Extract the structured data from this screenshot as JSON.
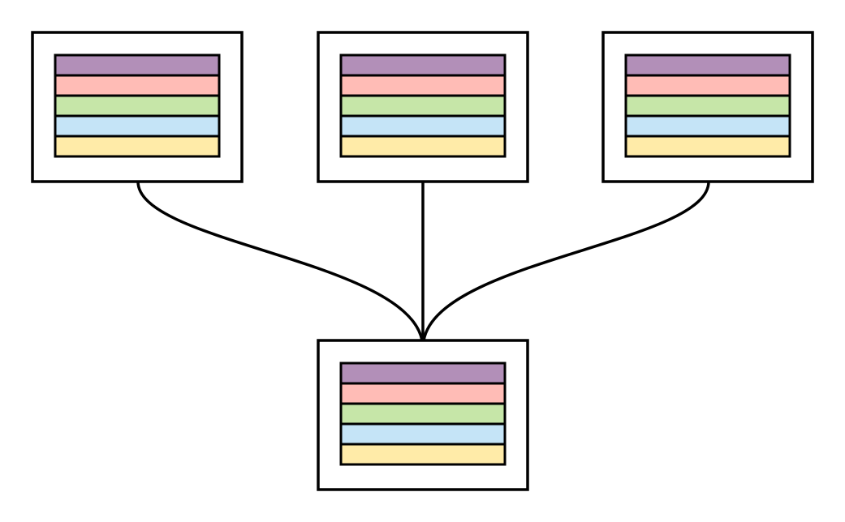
{
  "diagram": {
    "stroke_color": "#000000",
    "background_color": "#ffffff",
    "nodes": [
      {
        "id": "node-top-left",
        "role": "source",
        "stripe_colors": [
          "#b28fb8",
          "#ffbcb6",
          "#c6e6a8",
          "#c5e4f7",
          "#ffeba8"
        ]
      },
      {
        "id": "node-top-center",
        "role": "source",
        "stripe_colors": [
          "#b28fb8",
          "#ffbcb6",
          "#c6e6a8",
          "#c5e4f7",
          "#ffeba8"
        ]
      },
      {
        "id": "node-top-right",
        "role": "source",
        "stripe_colors": [
          "#b28fb8",
          "#ffbcb6",
          "#c6e6a8",
          "#c5e4f7",
          "#ffeba8"
        ]
      },
      {
        "id": "node-bottom",
        "role": "target",
        "stripe_colors": [
          "#b28fb8",
          "#ffbcb6",
          "#c6e6a8",
          "#c5e4f7",
          "#ffeba8"
        ]
      }
    ],
    "edges": [
      {
        "from": "node-top-left",
        "to": "node-bottom"
      },
      {
        "from": "node-top-center",
        "to": "node-bottom"
      },
      {
        "from": "node-top-right",
        "to": "node-bottom"
      }
    ]
  }
}
